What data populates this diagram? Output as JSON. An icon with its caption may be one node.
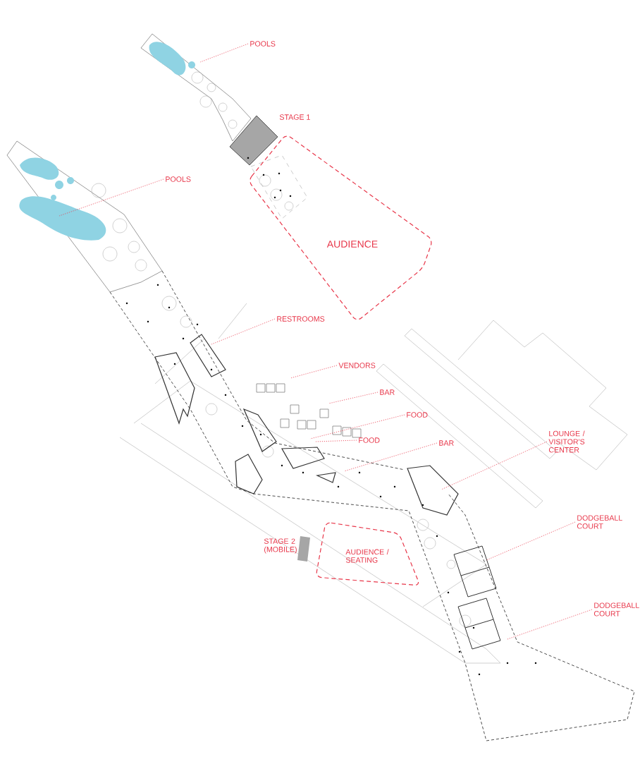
{
  "diagram": {
    "nodes": [
      {
        "text": [
          "POOLS"
        ]
      },
      {
        "text": [
          "POOLS"
        ]
      },
      {
        "text": [
          "RESTROOMS"
        ]
      },
      {
        "text": [
          "VENDORS"
        ]
      },
      {
        "text": [
          "BAR"
        ]
      },
      {
        "text": [
          "FOOD"
        ]
      },
      {
        "text": [
          "FOOD"
        ]
      },
      {
        "text": [
          "BAR"
        ]
      },
      {
        "text": [
          "LOUNGE / VISITOR'S CENTER"
        ]
      },
      {
        "text": [
          "DODGEBALL COURT"
        ]
      },
      {
        "text": [
          "DODGEBALL COURT"
        ]
      },
      {
        "text": [
          "AUDIENCE"
        ]
      },
      {
        "text": [
          "AUDIENCE / SEATING"
        ]
      }
    ],
    "edges": [
      {
        "from": 0,
        "to": null,
        "arrow": "none"
      },
      {
        "from": 1,
        "to": null,
        "arrow": "none"
      },
      {
        "from": 2,
        "to": null,
        "arrow": "none"
      },
      {
        "from": 3,
        "to": null,
        "arrow": "none"
      },
      {
        "from": 4,
        "to": null,
        "arrow": "none"
      },
      {
        "from": 5,
        "to": null,
        "arrow": "none"
      },
      {
        "from": 6,
        "to": null,
        "arrow": "none"
      },
      {
        "from": 7,
        "to": null,
        "arrow": "none"
      },
      {
        "from": 8,
        "to": null,
        "arrow": "none"
      },
      {
        "from": 9,
        "to": null,
        "arrow": "none"
      },
      {
        "from": 10,
        "to": null,
        "arrow": "none"
      }
    ],
    "labels": [
      "STAGE 1",
      "STAGE 2 (MOBILE)"
    ]
  }
}
